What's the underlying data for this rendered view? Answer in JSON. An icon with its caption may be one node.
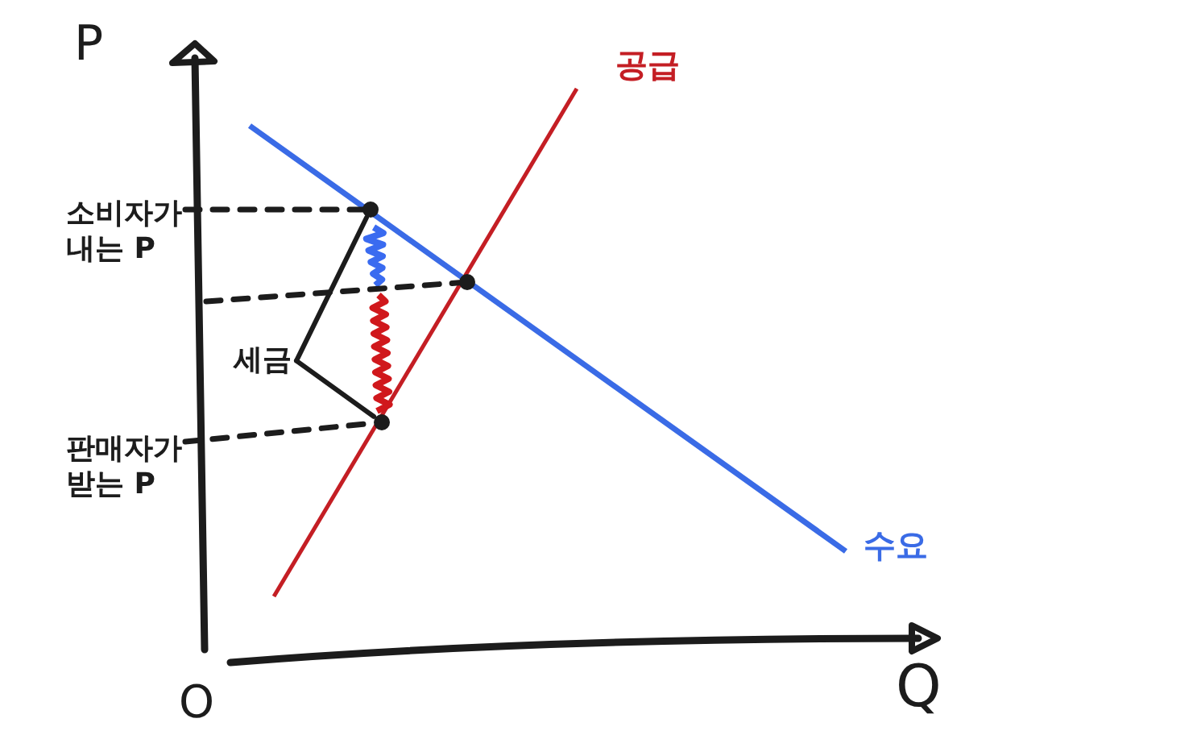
{
  "diagram": {
    "nodes": [
      {
        "text": [
          "소비자가 내는 P"
        ]
      },
      {
        "text": [],
        "shape": "circle"
      },
      {
        "text": [],
        "shape": "circle"
      },
      {
        "text": [
          "세금"
        ]
      },
      {
        "text": [],
        "shape": "circle"
      },
      {
        "text": [
          "판매자가 받는 P"
        ]
      }
    ],
    "edges": [
      {
        "from": 0,
        "to": 1,
        "arrow": "none",
        "style": "dashed"
      },
      {
        "from": null,
        "to": 2,
        "arrow": "none",
        "style": "dashed"
      },
      {
        "from": 5,
        "to": 4,
        "arrow": "none",
        "style": "dashed"
      },
      {
        "from": 3,
        "to": 1,
        "arrow": "none"
      },
      {
        "from": 3,
        "to": 4,
        "arrow": "none"
      }
    ],
    "labels": [
      "P",
      "공급",
      "수요",
      "O",
      "Q"
    ]
  }
}
